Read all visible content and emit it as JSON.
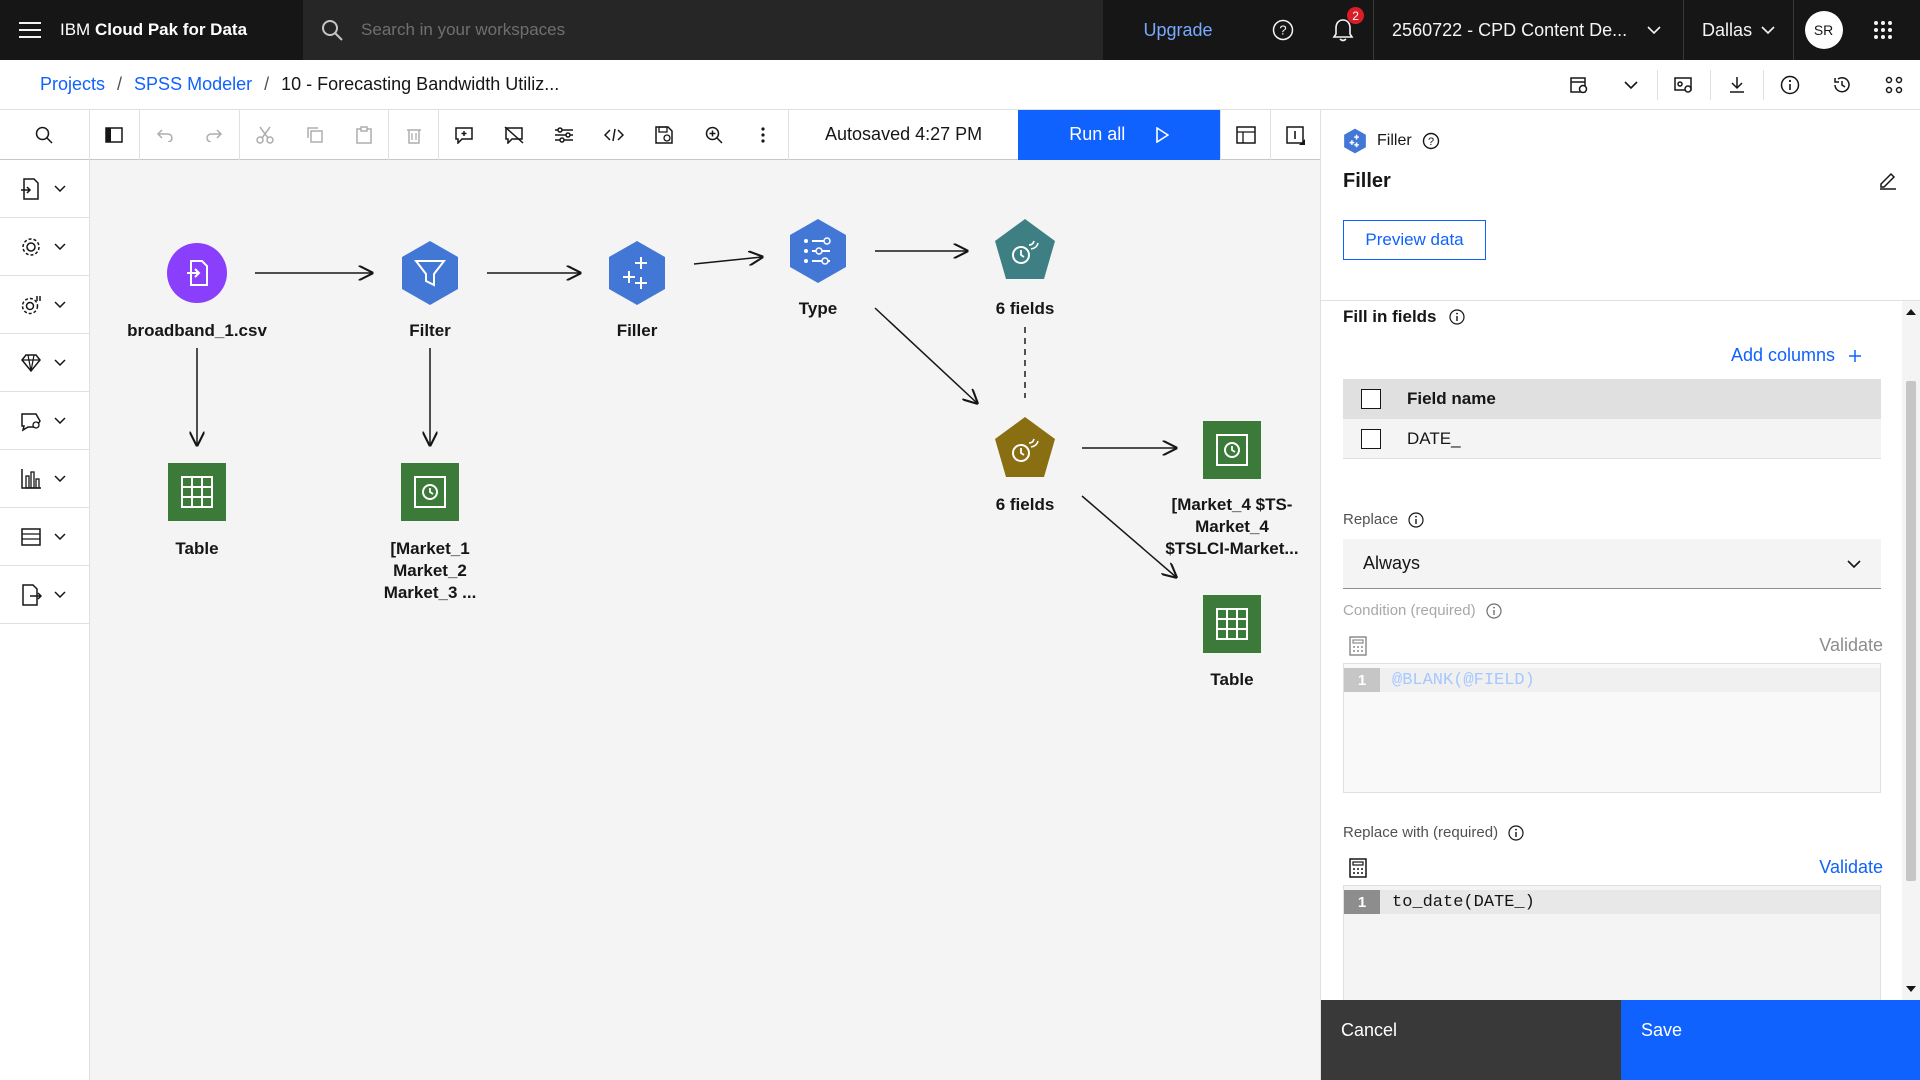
{
  "header": {
    "brand_prefix": "IBM ",
    "brand_bold": "Cloud Pak for Data",
    "search_placeholder": "Search in your workspaces",
    "upgrade": "Upgrade",
    "notification_count": "2",
    "account": "2560722 - CPD Content De...",
    "region": "Dallas",
    "avatar_initials": "SR"
  },
  "breadcrumb": {
    "items": [
      "Projects",
      "SPSS Modeler",
      "10 - Forecasting Bandwidth Utiliz..."
    ],
    "separator": "/"
  },
  "toolbar": {
    "autosaved": "Autosaved 4:27 PM",
    "run_all": "Run all"
  },
  "canvas": {
    "nodes": {
      "source": "broadband_1.csv",
      "filter": "Filter",
      "filler": "Filler",
      "type": "Type",
      "fields_top": "6 fields",
      "fields_bottom": "6 fields",
      "table_left": "Table",
      "timeplot_left": [
        "[Market_1",
        "Market_2",
        "Market_3 ..."
      ],
      "timeplot_right": [
        "[Market_4 $TS-",
        "Market_4",
        "$TSLCI-Market..."
      ],
      "table_right": "Table"
    }
  },
  "panel": {
    "node_type": "Filler",
    "title": "Filler",
    "preview_button": "Preview data",
    "fill_in_fields": "Fill in fields",
    "add_columns": "Add columns",
    "table_header": "Field name",
    "fields": [
      "DATE_"
    ],
    "replace_label": "Replace",
    "replace_value": "Always",
    "condition_label": "Condition (required)",
    "condition_validate": "Validate",
    "condition_line_number": "1",
    "condition_code": "@BLANK(@FIELD)",
    "replace_with_label": "Replace with (required)",
    "replace_with_validate": "Validate",
    "replace_with_line_number": "1",
    "replace_with_code": "to_date(DATE_)",
    "cancel": "Cancel",
    "save": "Save"
  },
  "colors": {
    "accent": "#0f62fe",
    "source_node": "#8a3ffc",
    "process_node": "#4277d6",
    "model_teal": "#3e7f84",
    "model_olive": "#8a6e12",
    "output_node": "#3c7a3a"
  }
}
